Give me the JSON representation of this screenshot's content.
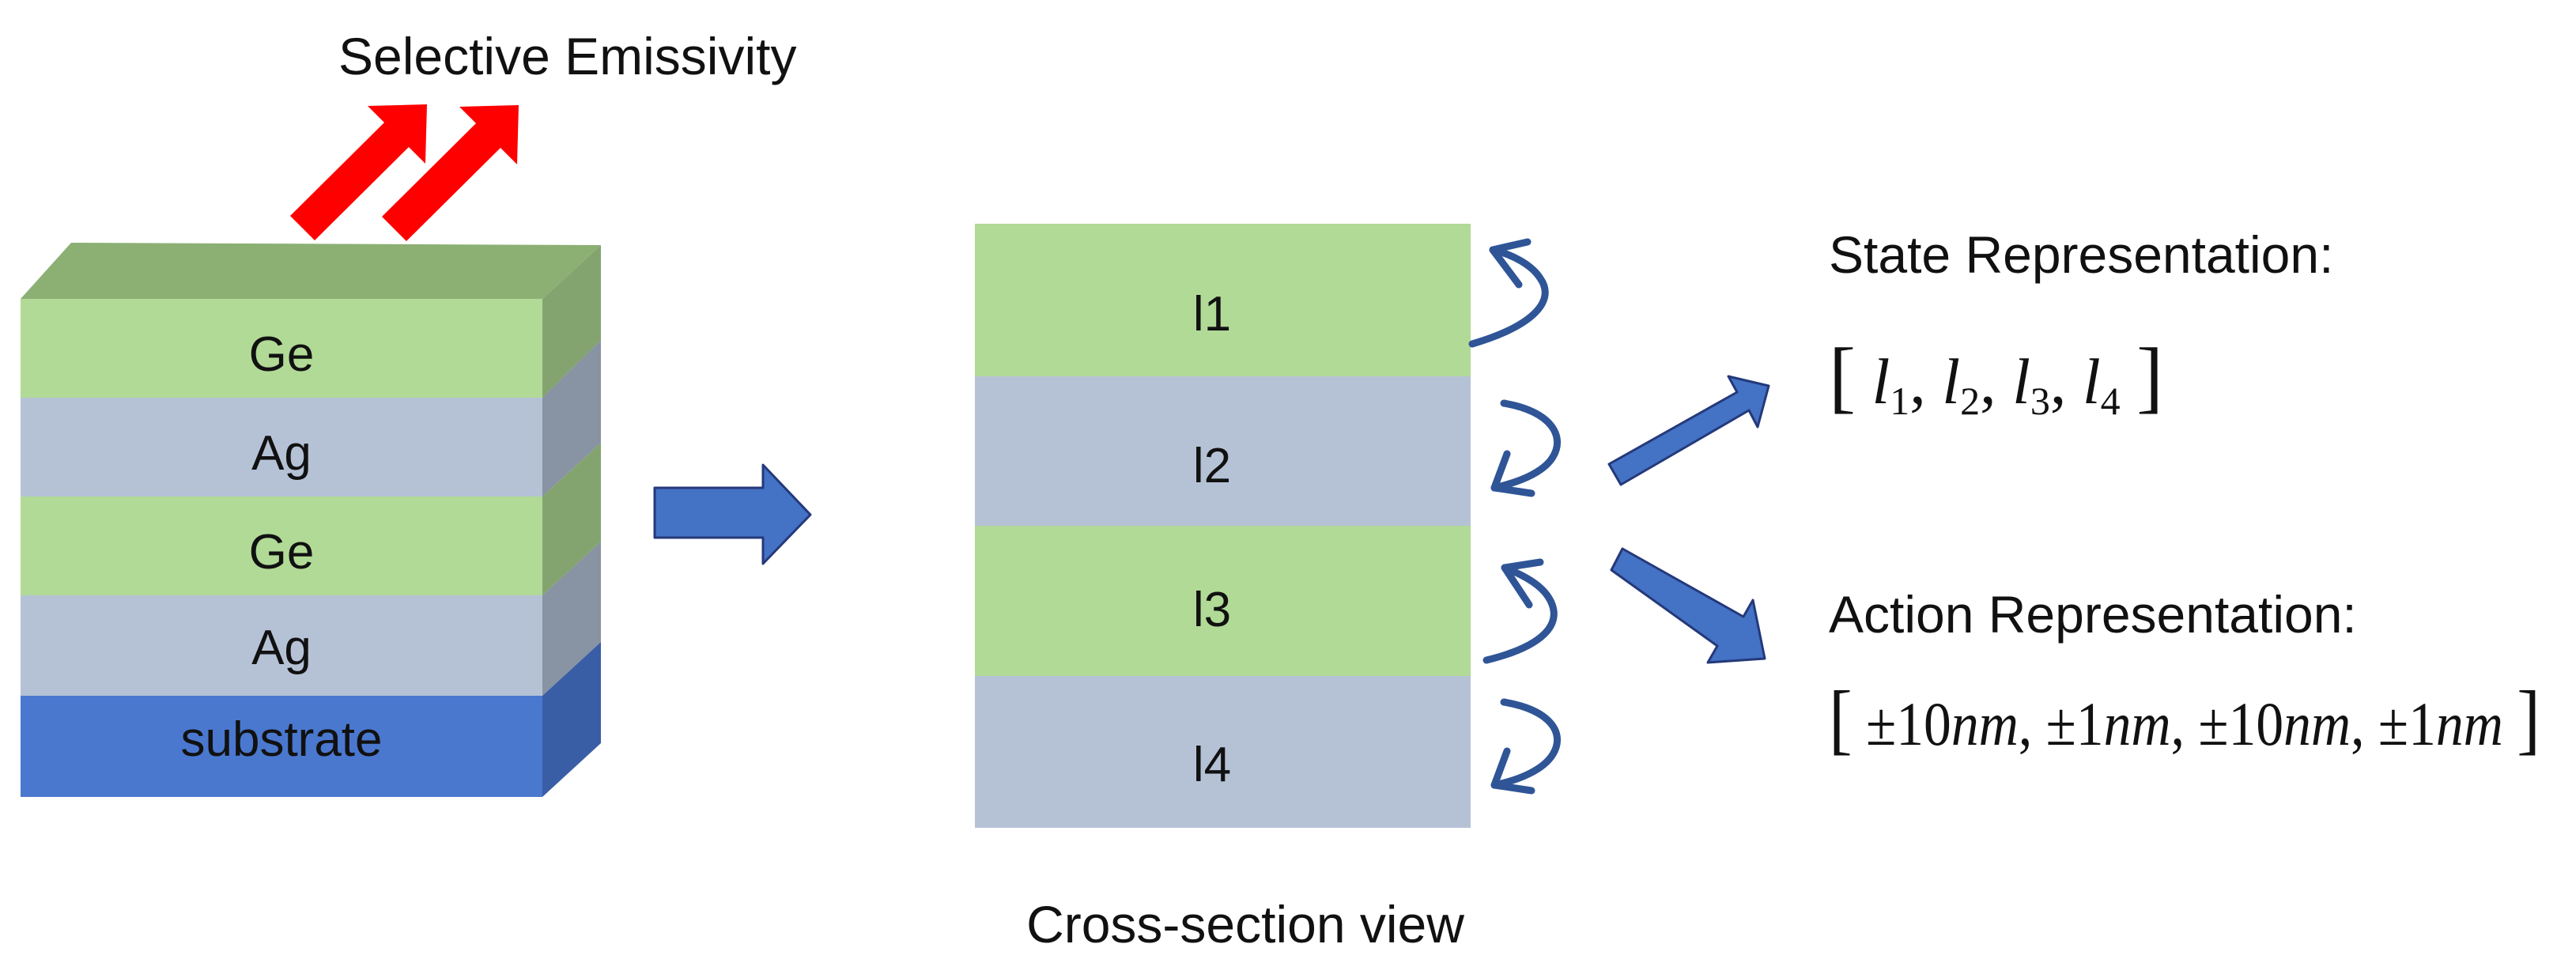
{
  "emission": {
    "label": "Selective Emissivity"
  },
  "stack": {
    "layers": [
      {
        "label": "Ge",
        "material": "germanium"
      },
      {
        "label": "Ag",
        "material": "silver"
      },
      {
        "label": "Ge",
        "material": "germanium"
      },
      {
        "label": "Ag",
        "material": "silver"
      },
      {
        "label": "substrate",
        "material": "substrate"
      }
    ]
  },
  "cross_section": {
    "caption": "Cross-section view",
    "layers": [
      {
        "label": "l1",
        "material": "germanium"
      },
      {
        "label": "l2",
        "material": "silver"
      },
      {
        "label": "l3",
        "material": "germanium"
      },
      {
        "label": "l4",
        "material": "silver"
      }
    ]
  },
  "state": {
    "title": "State Representation:",
    "open": "[",
    "close": "]",
    "comma": ",",
    "items": [
      {
        "base": "l",
        "sub": "1"
      },
      {
        "base": "l",
        "sub": "2"
      },
      {
        "base": "l",
        "sub": "3"
      },
      {
        "base": "l",
        "sub": "4"
      }
    ]
  },
  "action": {
    "title": "Action Representation:",
    "open": "[",
    "close": "]",
    "comma": ",",
    "items": [
      {
        "value": "±10",
        "unit": "nm"
      },
      {
        "value": "±1",
        "unit": "nm"
      },
      {
        "value": "±10",
        "unit": "nm"
      },
      {
        "value": "±1",
        "unit": "nm"
      }
    ]
  },
  "colors": {
    "germanium": "#b1da97",
    "silver": "#b5c2d6",
    "substrate": "#4a78cf",
    "arrow_blue": "#4472c4",
    "arrow_outline": "#24397a",
    "curl": "#2f5597",
    "emission_red": "#ff0000",
    "text": "#111111"
  }
}
